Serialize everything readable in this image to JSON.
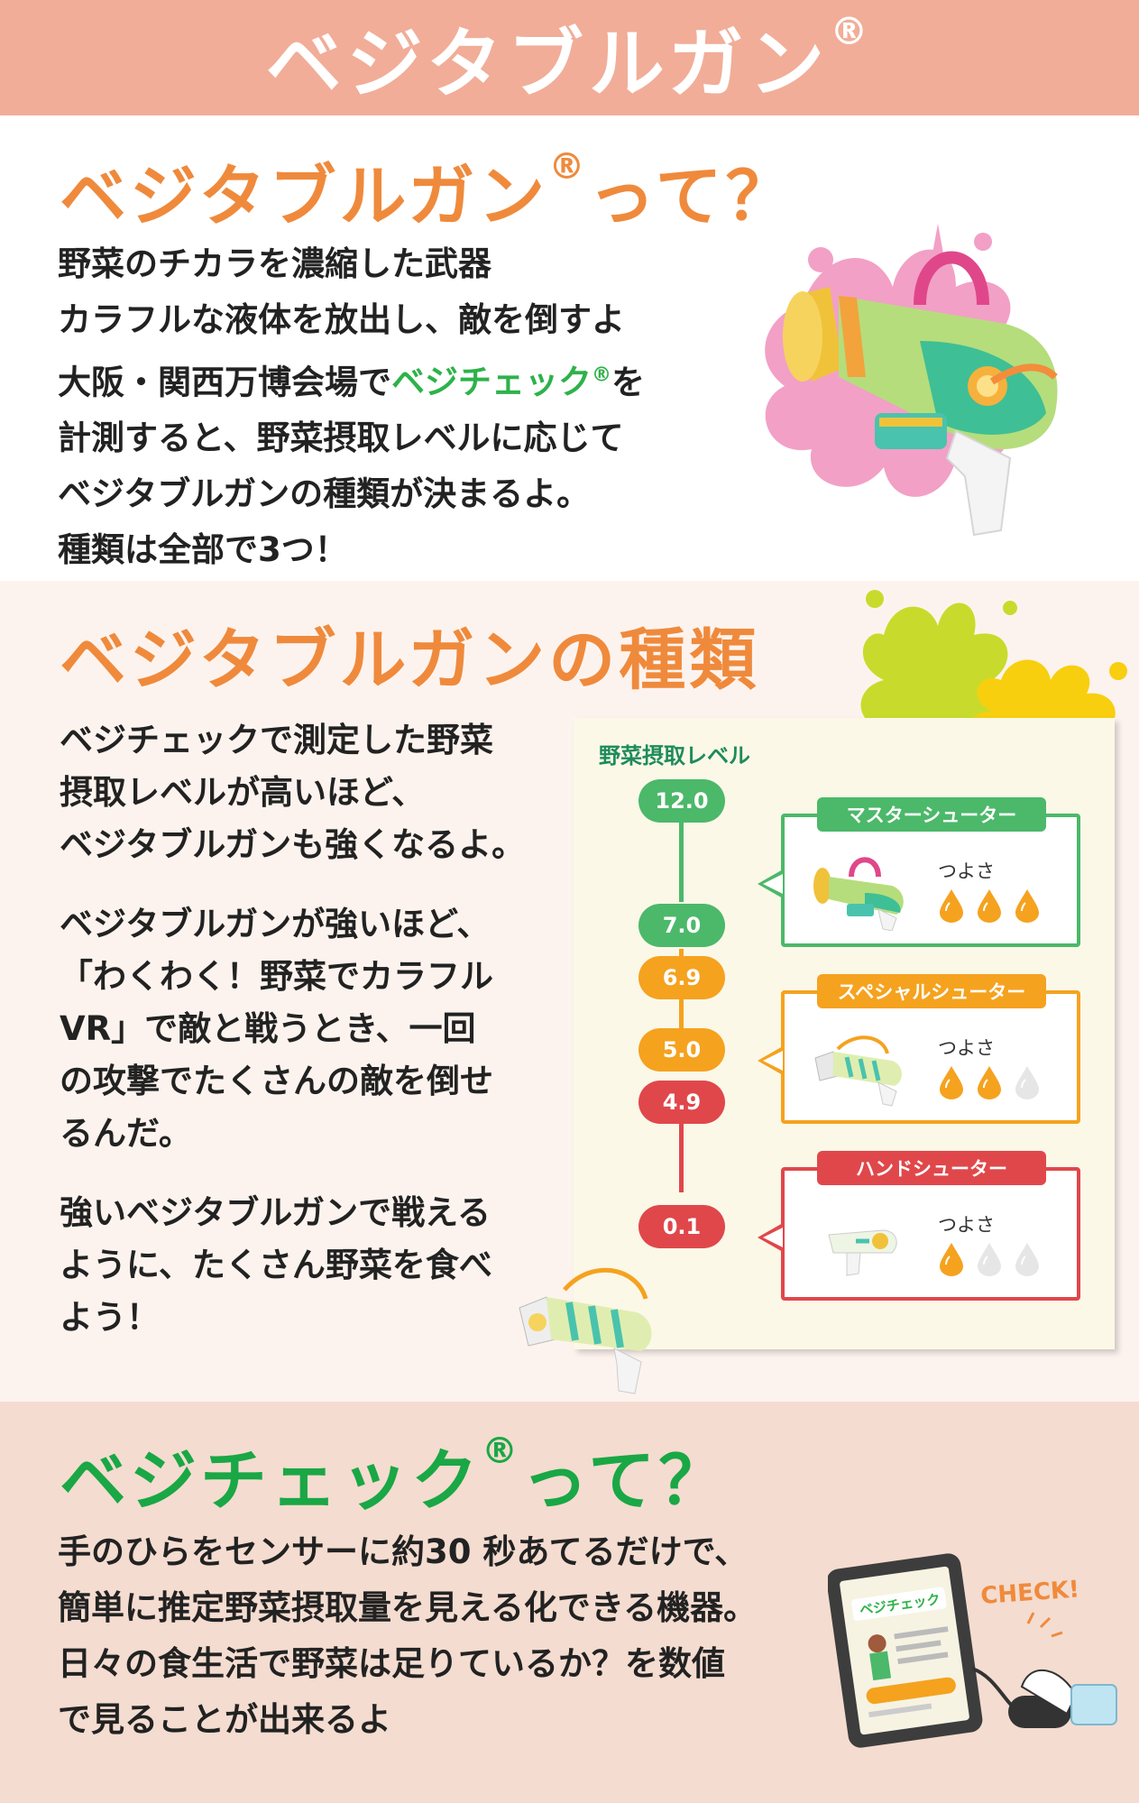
{
  "banner": {
    "title": "ベジタブルガン",
    "reg": "®"
  },
  "section_about": {
    "heading": "ベジタブルガン",
    "heading_reg": "®",
    "heading_suffix": "って？",
    "lines": [
      "野菜のチカラを濃縮した武器",
      "カラフルな液体を放出し、敵を倒すよ",
      "大阪・関西万博会場で",
      "計測すると、野菜摂取レベルに応じて",
      "ベジタブルガンの種類が決まるよ。",
      "種類は全部で3つ！"
    ],
    "inline_green": "ベジチェック",
    "inline_green_reg": "®",
    "inline_after": "を"
  },
  "section_types": {
    "heading": "ベジタブルガンの種類",
    "para1": [
      "ベジチェックで測定した野菜",
      "摂取レベルが高いほど、",
      "ベジタブルガンも強くなるよ。"
    ],
    "para2": [
      "ベジタブルガンが強いほど、",
      "「わくわく！野菜でカラフル",
      "VR」で敵と戦うとき、一回",
      "の攻撃でたくさんの敵を倒せ",
      "るんだ。"
    ],
    "para3": [
      "強いベジタブルガンで戦える",
      "ように、たくさん野菜を食べ",
      "よう！"
    ]
  },
  "chart": {
    "title": "野菜摂取レベル",
    "strength_label": "つよさ",
    "tiers": [
      {
        "name": "マスターシューター",
        "max": "12.0",
        "min": "7.0",
        "drops": 3,
        "color": "#4cb86a"
      },
      {
        "name": "スペシャルシューター",
        "max": "6.9",
        "min": "5.0",
        "drops": 2,
        "color": "#f5a21f"
      },
      {
        "name": "ハンドシューター",
        "max": "4.9",
        "min": "0.1",
        "drops": 1,
        "color": "#e0474b"
      }
    ]
  },
  "section_vegecheck": {
    "heading": "ベジチェック",
    "heading_reg": "®",
    "heading_suffix": "って？",
    "lines": [
      "手のひらをセンサーに約30 秒あてるだけで、",
      "簡単に推定野菜摂取量を見える化できる機器。",
      "日々の食生活で野菜は足りているか？を数値",
      "で見ることが出来るよ"
    ],
    "device_label": "ベジチェック",
    "check_label": "CHECK!"
  },
  "colors": {
    "banner": "#f1ad98",
    "orange_heading": "#ef8a3c",
    "green_heading": "#1aa745",
    "drop_fill": "#f5a21f",
    "drop_empty": "#e6e6e6"
  }
}
